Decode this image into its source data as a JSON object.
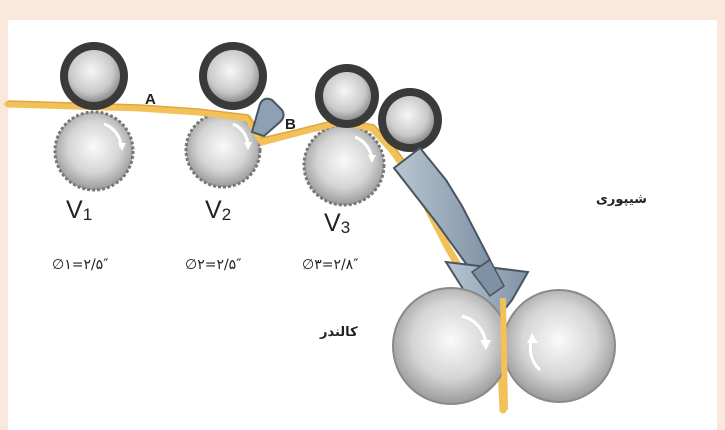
{
  "labels": {
    "point_a": "A",
    "point_b": "B",
    "roll_v1": "V",
    "roll_v1_sub": "1",
    "roll_v2": "V",
    "roll_v2_sub": "2",
    "roll_v3": "V",
    "roll_v3_sub": "3",
    "dia_v1": "∅۱=۲/۵″",
    "dia_v2": "∅۲=۲/۵″",
    "dia_v3": "∅۳=۲/۸″",
    "trumpet": "شیپوری",
    "calender": "کالندر"
  },
  "colors": {
    "sliver": "#f2c15a",
    "roll_dark_ring": "#3a3a3a",
    "steel_light": "#f4f4f4",
    "steel_dark": "#9a9a9a",
    "trumpet_fill": "#8da0b4",
    "trumpet_stroke": "#4a5560",
    "frame": "#fbe8dc"
  }
}
